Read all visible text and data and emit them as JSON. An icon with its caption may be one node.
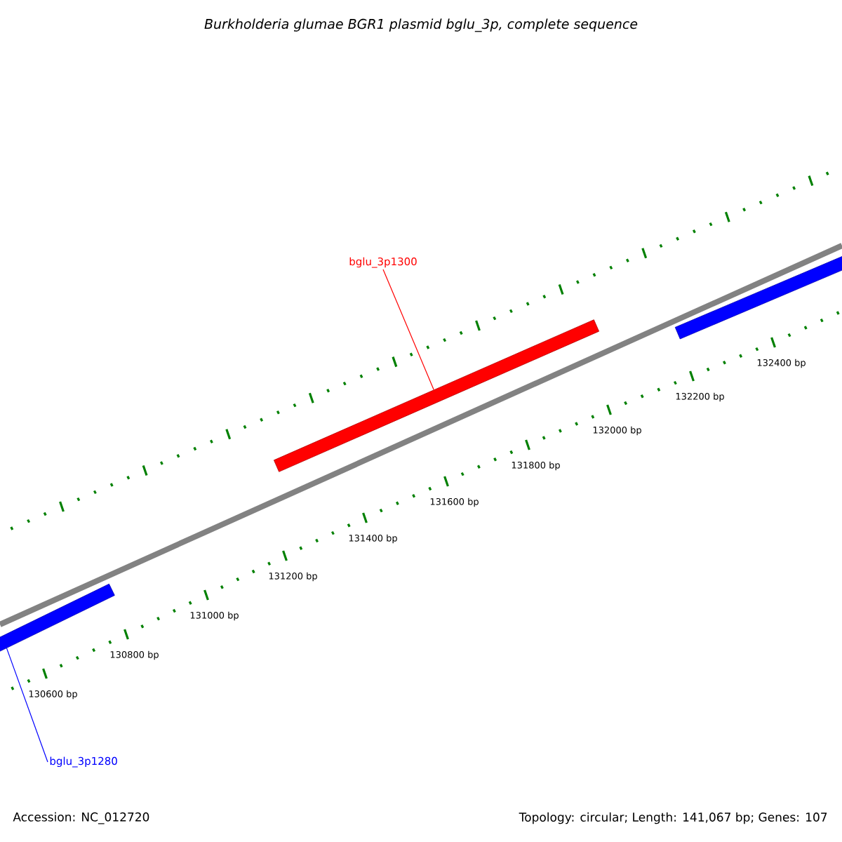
{
  "diagram": {
    "title": "Burkholderia glumae BGR1 plasmid bglu_3p, complete sequence",
    "nodes": [
      {
        "text": [
          "bglu_3p1300"
        ]
      },
      {
        "text": [],
        "shape": "bar"
      },
      {
        "text": [
          "bglu_3p1280"
        ]
      },
      {
        "text": [],
        "shape": "bar"
      },
      {
        "text": [],
        "shape": "bar"
      }
    ],
    "edges": [
      {
        "from": 0,
        "to": 1,
        "arrow": "none",
        "color": "#ff0000"
      },
      {
        "from": 2,
        "to": 3,
        "arrow": "none",
        "color": "#0000ff"
      }
    ],
    "labels": [
      "130600 bp",
      "130800 bp",
      "131000 bp",
      "131200 bp",
      "131400 bp",
      "131600 bp",
      "131800 bp",
      "132000 bp",
      "132200 bp",
      "132400 bp",
      "Accession: NC_012720",
      "Topology: circular; Length: 141,067 bp; Genes: 107"
    ]
  }
}
